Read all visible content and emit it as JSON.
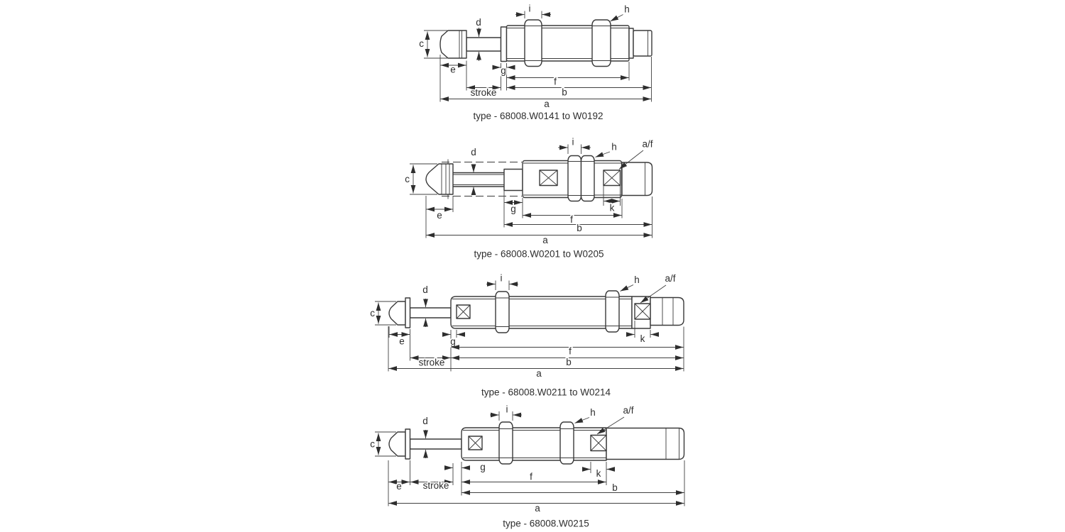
{
  "colors": {
    "background": "#ffffff",
    "line": "#3a3a3a",
    "text": "#2e2e2e"
  },
  "diagrams": [
    {
      "caption": "type - 68008.W0141 to W0192",
      "labels": {
        "a": "a",
        "b": "b",
        "c": "c",
        "d": "d",
        "e": "e",
        "f": "f",
        "g": "g",
        "h": "h",
        "i": "i",
        "stroke": "stroke"
      }
    },
    {
      "caption": "type - 68008.W0201 to W0205",
      "labels": {
        "a": "a",
        "b": "b",
        "c": "c",
        "d": "d",
        "e": "e",
        "f": "f",
        "g": "g",
        "h": "h",
        "i": "i",
        "k": "k",
        "af": "a/f"
      }
    },
    {
      "caption": "type - 68008.W0211 to W0214",
      "labels": {
        "a": "a",
        "b": "b",
        "c": "c",
        "d": "d",
        "e": "e",
        "f": "f",
        "g": "g",
        "h": "h",
        "i": "i",
        "k": "k",
        "af": "a/f",
        "stroke": "stroke"
      }
    },
    {
      "caption": "type - 68008.W0215",
      "labels": {
        "a": "a",
        "b": "b",
        "c": "c",
        "d": "d",
        "e": "e",
        "f": "f",
        "g": "g",
        "h": "h",
        "i": "i",
        "k": "k",
        "af": "a/f",
        "stroke": "stroke"
      }
    }
  ]
}
